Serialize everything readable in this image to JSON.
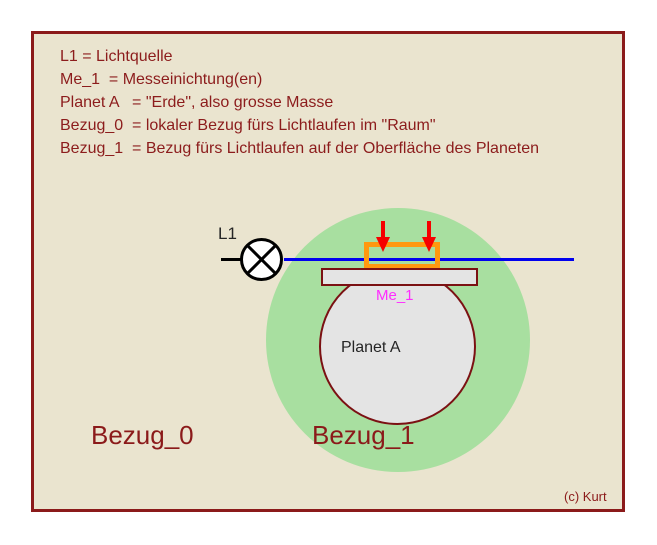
{
  "figure": {
    "background_color": "#FFFFFF",
    "panel_background_color": "#EAE4CF",
    "panel_border_color": "#8B1A1A",
    "accent_colors": {
      "legend_text": "#8C1C1C",
      "reference_label": "#8B1A1A",
      "green_disc": "#A8DFA0",
      "planet_fill": "#E4E4E4",
      "planet_border": "#7B1113",
      "beam_black": "#000000",
      "beam_blue": "#0000EE",
      "measuring_box": "#FF9810",
      "arrow_red": "#F60000",
      "me_label_magenta": "#FF2DFF",
      "planet_label": "#252525"
    }
  },
  "legend": {
    "lines": [
      "L1 = Lichtquelle",
      "Me_1  = Messeinichtung(en)",
      "Planet A   = \"Erde\", also grosse Masse",
      "Bezug_0  = lokaler Bezug fürs Lichtlaufen im \"Raum\"",
      "Bezug_1  = Bezug fürs Lichtlaufen auf der Oberfläche des Planeten"
    ]
  },
  "diagram": {
    "lamp_label": "L1",
    "measuring_label": "Me_1",
    "planet_label": "Planet A",
    "reference_outer_label": "Bezug_0",
    "reference_inner_label": "Bezug_1"
  },
  "footer": {
    "copyright": "(c)  Kurt"
  }
}
